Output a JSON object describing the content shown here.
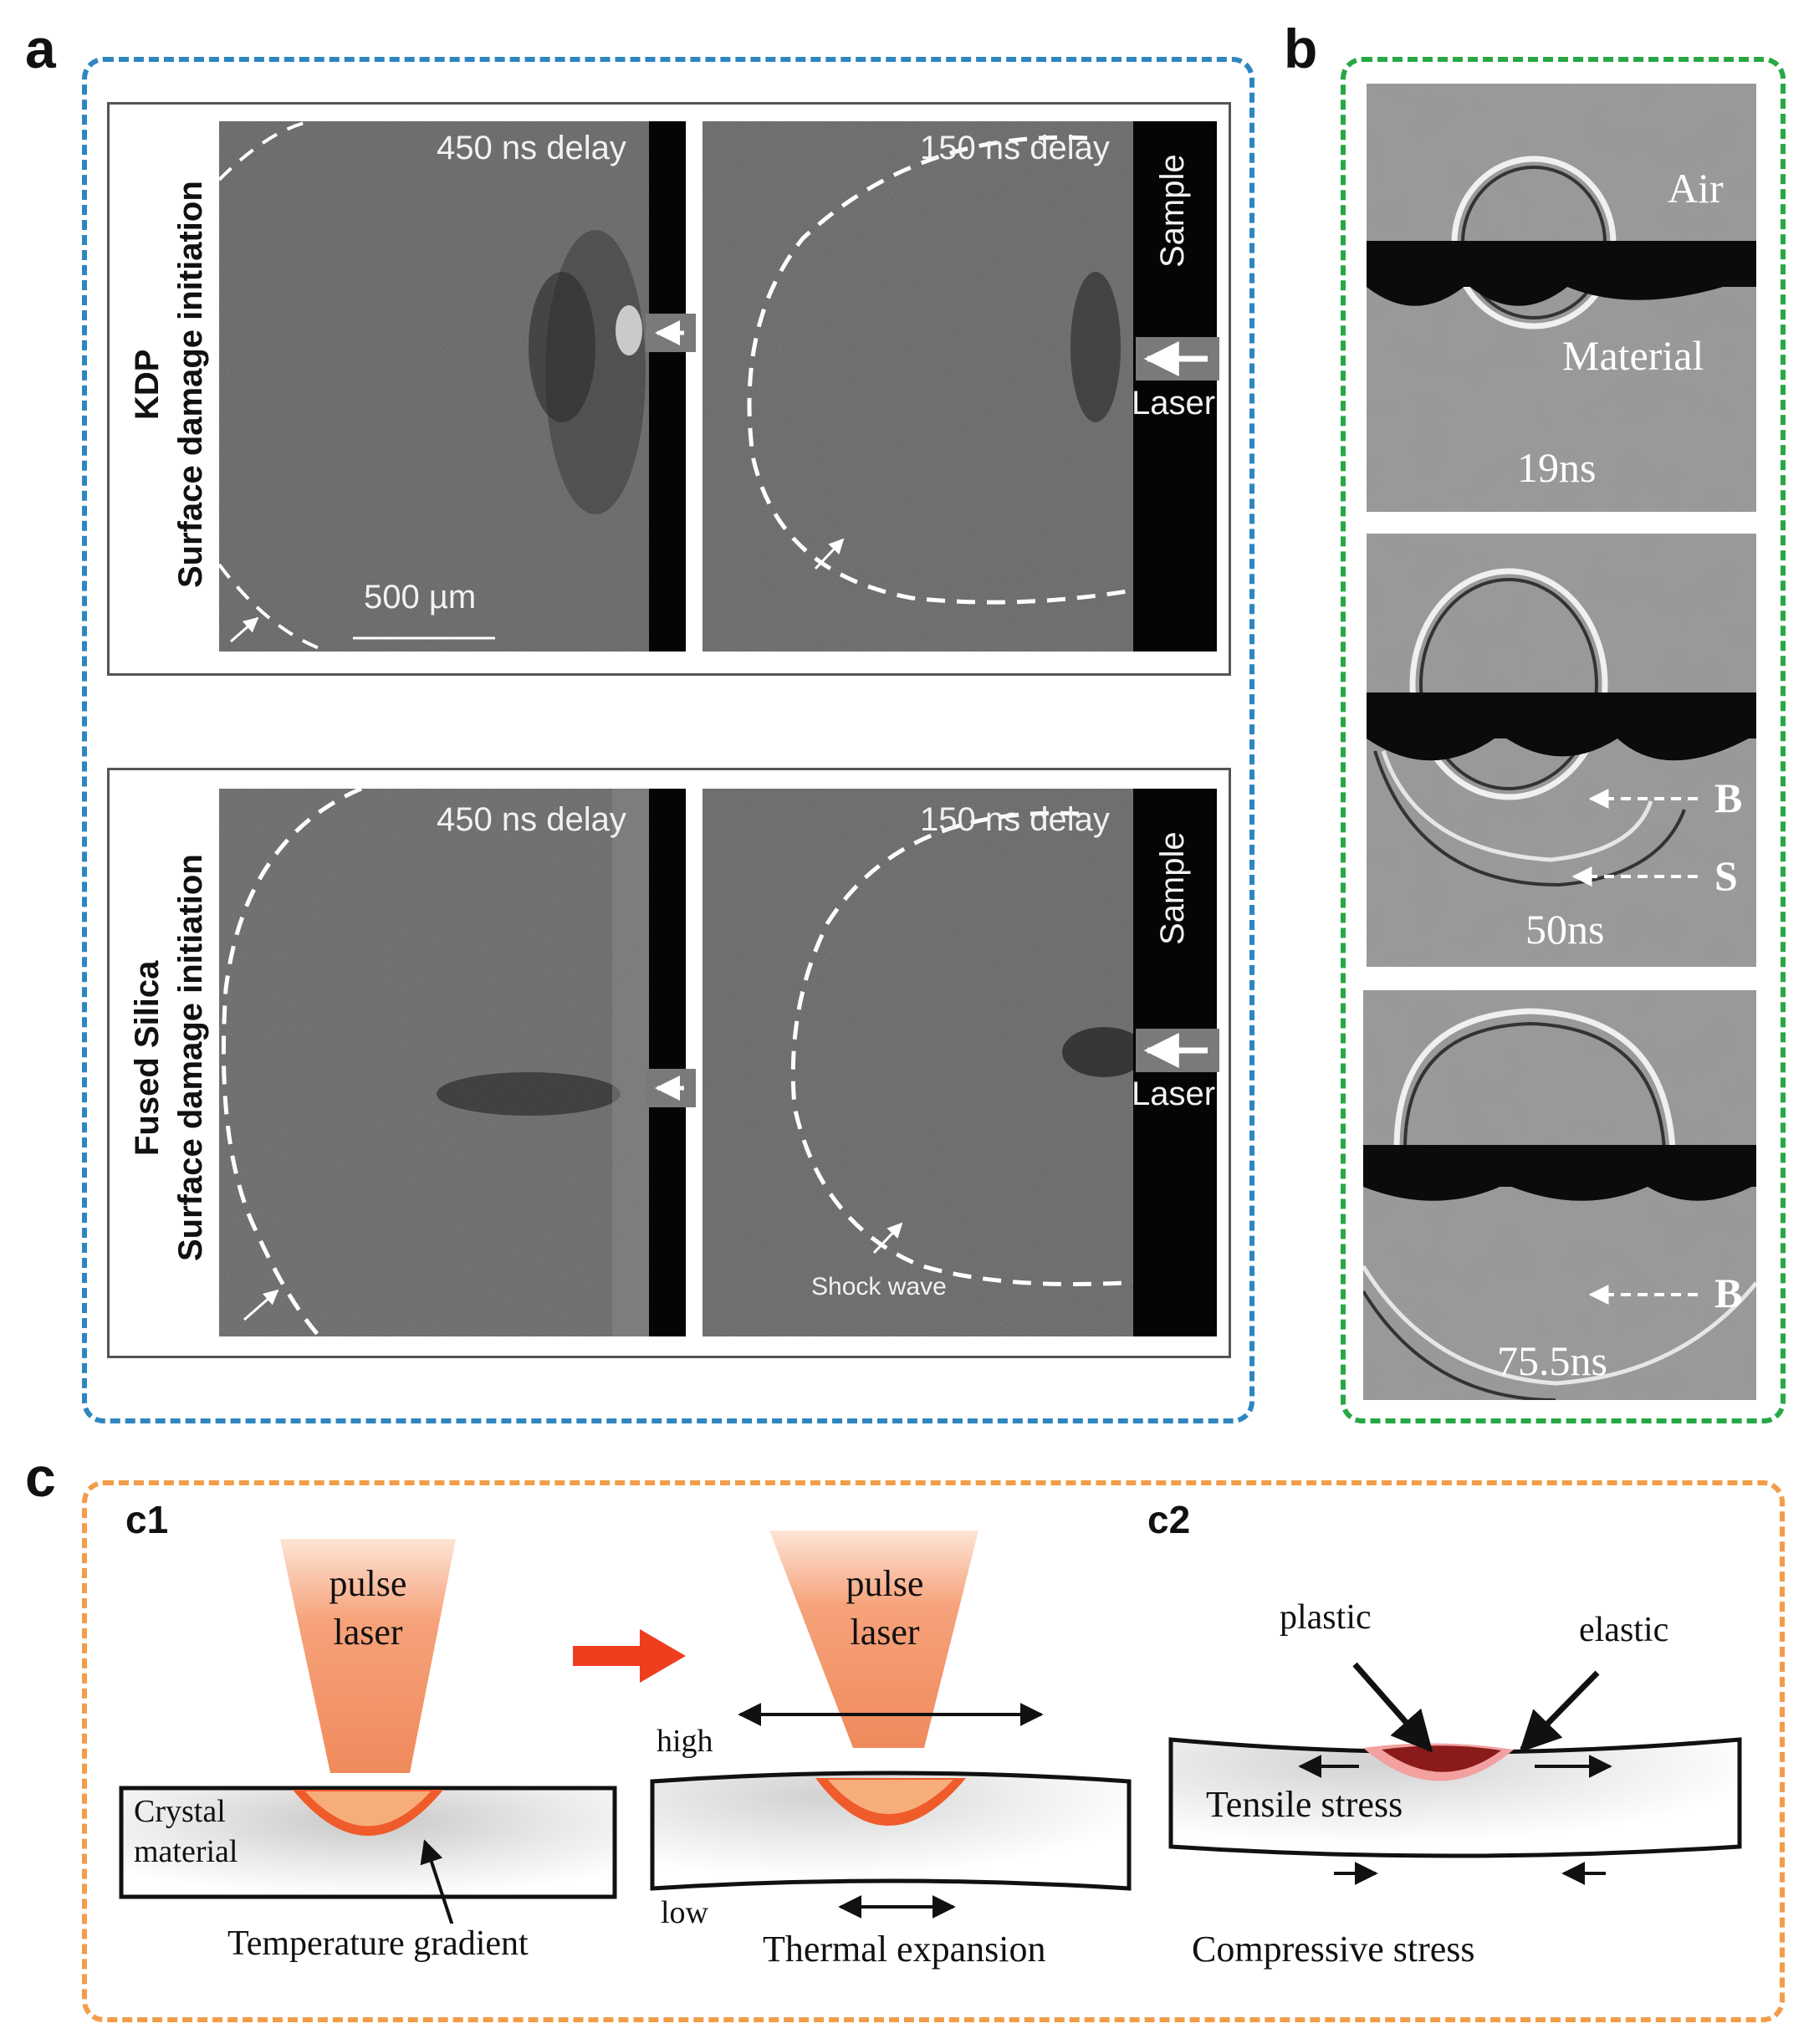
{
  "panels": {
    "a": {
      "letter": "a",
      "kdp": {
        "side_label_line1": "KDP",
        "side_label_line2": "Surface damage initiation",
        "delay_left": "450 ns delay",
        "delay_right": "150 ns delay",
        "scale_bar": "500 µm",
        "sample": "Sample",
        "laser": "Laser"
      },
      "fused_silica": {
        "side_label_line1": "Fused Silica",
        "side_label_line2": "Surface damage initiation",
        "delay_left": "450 ns delay",
        "delay_right": "150 ns delay",
        "sample": "Sample",
        "laser": "Laser",
        "shock_wave": "Shock wave"
      }
    },
    "b": {
      "letter": "b",
      "frame1": {
        "air": "Air",
        "material": "Material",
        "time": "19ns"
      },
      "frame2": {
        "marker_b": "B",
        "marker_s": "S",
        "time": "50ns"
      },
      "frame3": {
        "marker_b": "B",
        "time": "75.5ns"
      }
    },
    "c": {
      "letter": "c",
      "c1": {
        "label": "c1",
        "laser_line1": "pulse",
        "laser_line2": "laser",
        "crystal_line1": "Crystal",
        "crystal_line2": "material",
        "temperature_gradient": "Temperature gradient",
        "high": "high",
        "low": "low",
        "thermal_expansion": "Thermal expansion"
      },
      "c2": {
        "label": "c2",
        "plastic": "plastic",
        "elastic": "elastic",
        "tensile": "Tensile stress",
        "compressive": "Compressive stress"
      }
    }
  },
  "colors": {
    "panel_a_border": "#2e86c1",
    "panel_b_border": "#28a745",
    "panel_c_border": "#f39c4a",
    "laser": "#f49a6e",
    "heated_zone": "#e8552a",
    "plastic_zone": "#8b1a1a",
    "elastic_zone": "#f2a0a0",
    "transition_arrow": "#ef3e1e"
  }
}
